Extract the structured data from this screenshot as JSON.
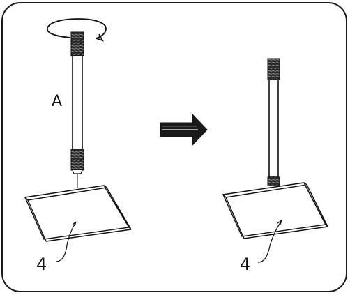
{
  "panel": {
    "left_rod_label": "A",
    "left_part_label": "4",
    "right_part_label": "4"
  },
  "colors": {
    "stroke": "#111111",
    "frame": "#1a1a1a",
    "background": "#ffffff"
  },
  "icons": [
    "rotation-arrow-icon",
    "right-arrow-icon"
  ]
}
